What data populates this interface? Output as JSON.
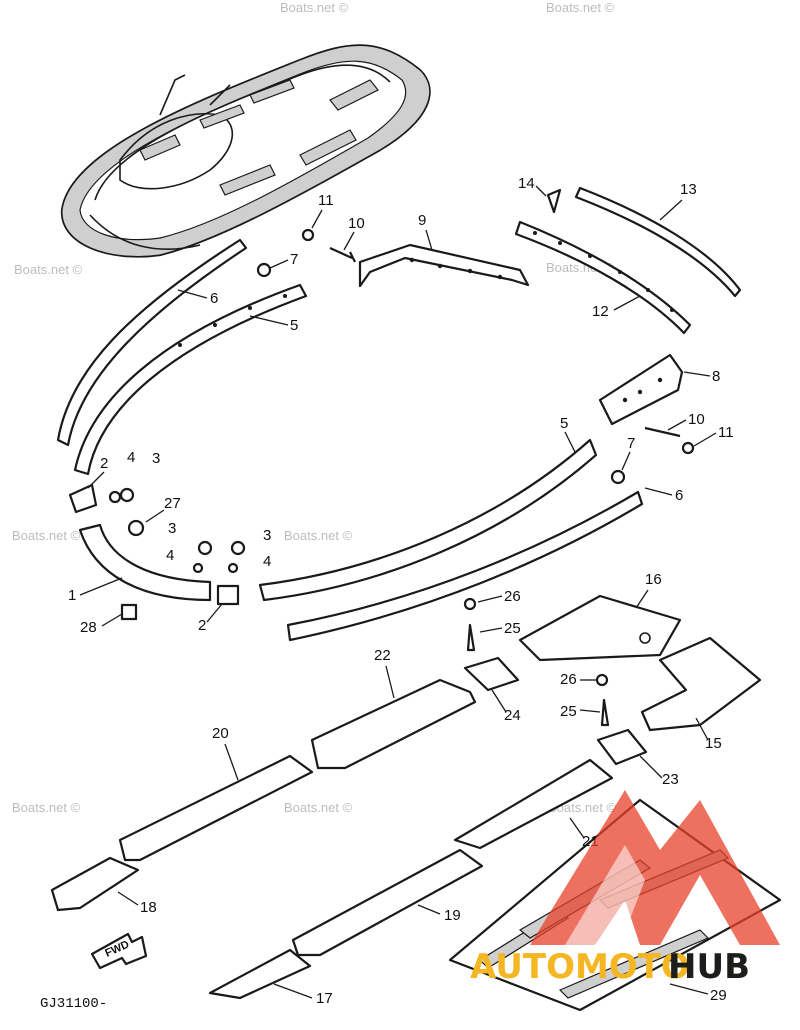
{
  "watermark": {
    "text": "Boats.net ©"
  },
  "figure_code": "GJ31100-",
  "fwd_label": "FWD",
  "logo": {
    "part1": "AUTOMOTO",
    "part2": "HUB",
    "color1": "#f5b623",
    "color2": "#1d1d1b",
    "mark_color": "#e8402a"
  },
  "callouts": {
    "c1": "1",
    "c2a": "2",
    "c2b": "2",
    "c3a": "3",
    "c3b": "3",
    "c3c": "3",
    "c4a": "4",
    "c4b": "4",
    "c4c": "4",
    "c5a": "5",
    "c5b": "5",
    "c6a": "6",
    "c6b": "6",
    "c7a": "7",
    "c7b": "7",
    "c8": "8",
    "c9": "9",
    "c10a": "10",
    "c10b": "10",
    "c11a": "11",
    "c11b": "11",
    "c12": "12",
    "c13": "13",
    "c14": "14",
    "c15": "15",
    "c16": "16",
    "c17": "17",
    "c18": "18",
    "c19": "19",
    "c20": "20",
    "c21": "21",
    "c22": "22",
    "c23": "23",
    "c24": "24",
    "c25a": "25",
    "c25b": "25",
    "c26a": "26",
    "c26b": "26",
    "c27": "27",
    "c28": "28",
    "c29": "29"
  }
}
